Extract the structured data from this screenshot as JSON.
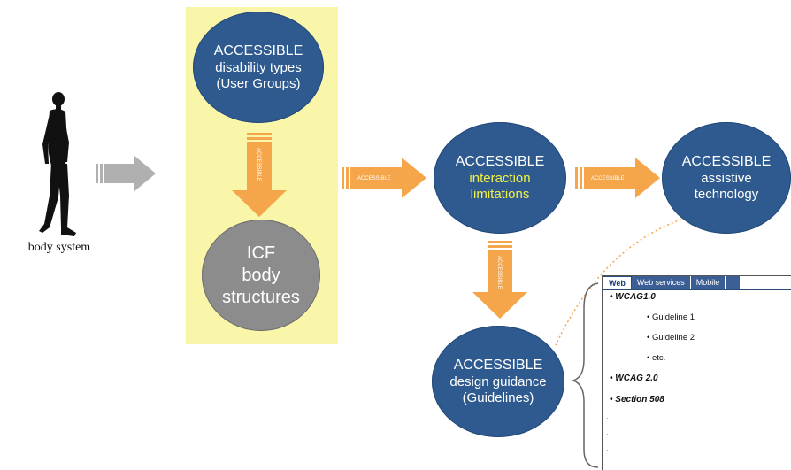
{
  "nodes": {
    "user_groups": {
      "title": "ACCESSIBLE",
      "line1": "disability types",
      "line2": "(User Groups)"
    },
    "icf": {
      "line1": "ICF",
      "line2": "body",
      "line3": "structures"
    },
    "interaction": {
      "title": "ACCESSIBLE",
      "line1": "interaction",
      "line2": "limitations"
    },
    "assistive": {
      "title": "ACCESSIBLE",
      "line1": "assistive",
      "line2": "technology"
    },
    "design": {
      "title": "ACCESSIBLE",
      "line1": "design guidance",
      "line2": "(Guidelines)"
    }
  },
  "body_label": "body system",
  "arrow_label": "ACCESSIBLE",
  "colors": {
    "node_blue": "#2e5a8f",
    "node_grey": "#8c8c8c",
    "arrow_orange": "#f5a54a",
    "arrow_grey": "#b0b0b0",
    "panel_yellow": "#f9f6a9",
    "highlight_text": "#f2f246"
  },
  "guidelines": {
    "tabs": [
      "Web",
      "Web services",
      "Mobile",
      ""
    ],
    "items": [
      {
        "text": "WCAG1.0",
        "level": 1
      },
      {
        "text": "Guideline 1",
        "level": 2
      },
      {
        "text": "Guideline 2",
        "level": 2
      },
      {
        "text": "etc.",
        "level": 2
      },
      {
        "text": "WCAG 2.0",
        "level": 1
      },
      {
        "text": "Section 508",
        "level": 1
      }
    ]
  },
  "icons": {
    "figure": "walking-human-figure-icon",
    "brace": "curly-brace-icon"
  }
}
